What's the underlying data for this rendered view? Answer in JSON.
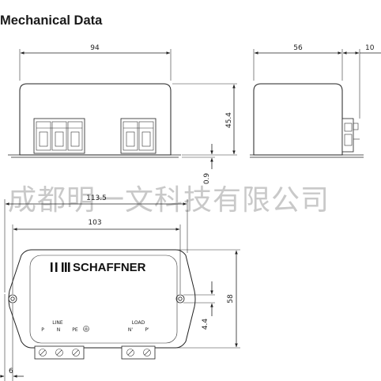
{
  "title": "Mechanical Data",
  "watermark": "成都明一文科技有限公司",
  "dimensions": {
    "front_width": "94",
    "side_width": "56",
    "side_extra": "10",
    "height": "45.4",
    "base_offset": "0.9",
    "overall_length": "113.5",
    "hole_pitch": "103",
    "plan_depth": "58",
    "hole_offset": "4.4",
    "edge_offset": "6"
  },
  "label": {
    "brand": "SCHAFFNER",
    "line": "LINE",
    "load": "LOAD",
    "p": "P",
    "n": "N",
    "pe": "PE",
    "n_prime": "N'",
    "p_prime": "P'"
  }
}
